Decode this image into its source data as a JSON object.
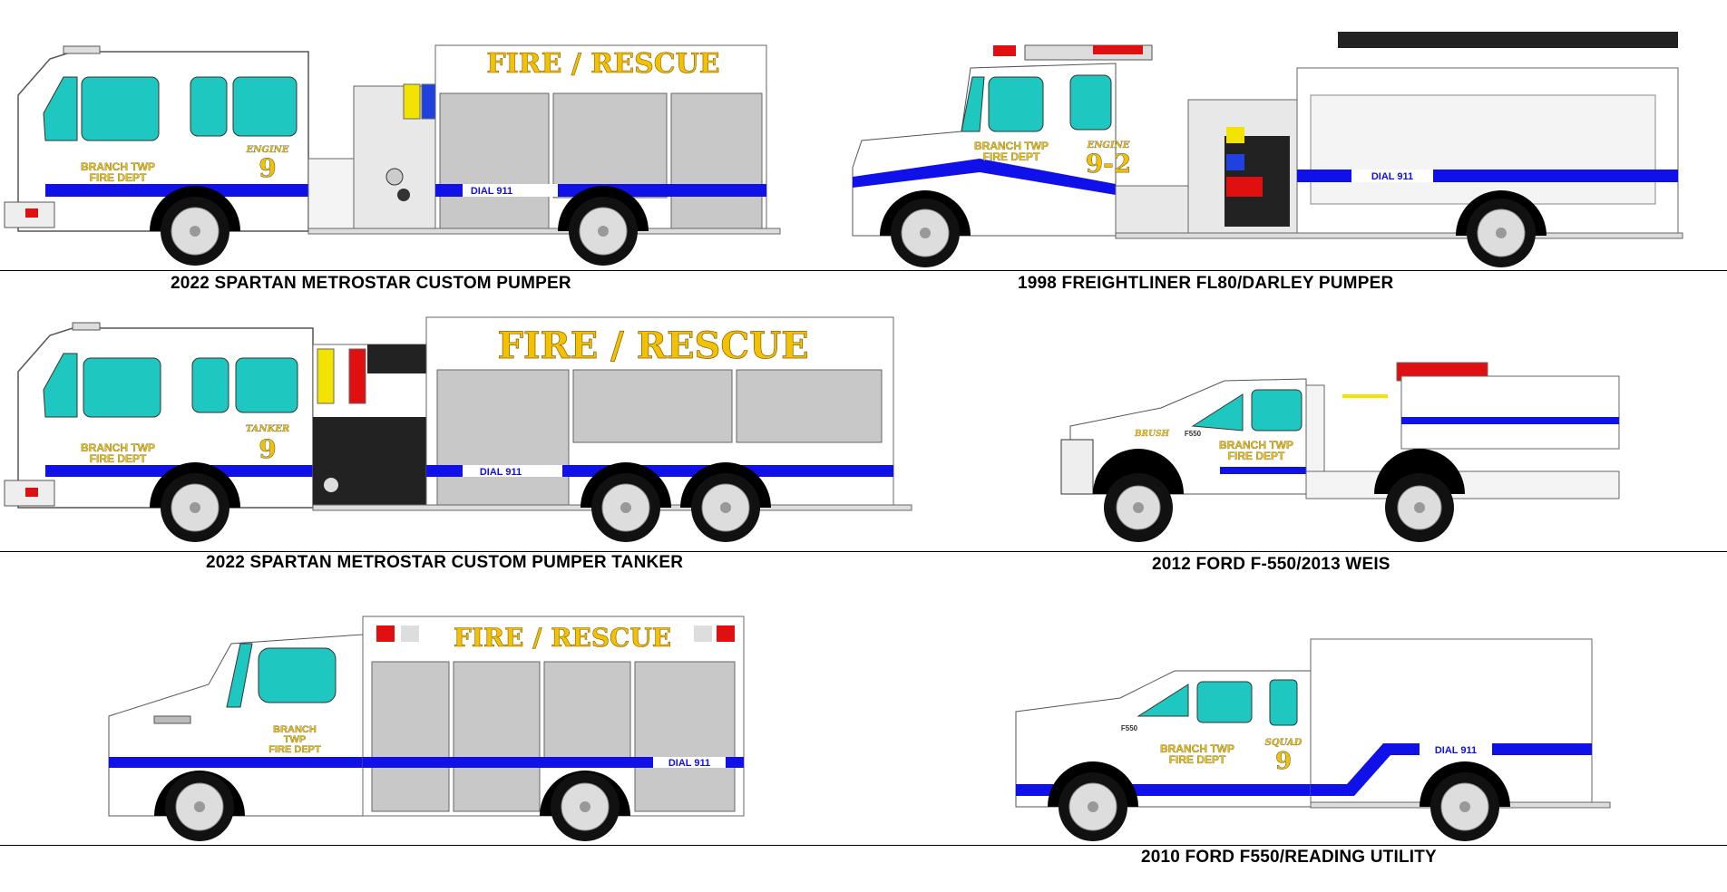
{
  "colors": {
    "stripe": "#1010e8",
    "lettering": "#f2c100",
    "glass": "#1ec8c0",
    "body": "#ffffff",
    "compartment": "#c8c8c8",
    "light_red": "#e01010"
  },
  "vehicles": [
    {
      "caption": "2022 SPARTAN METROSTAR CUSTOM PUMPER",
      "body_banner": "FIRE / RESCUE",
      "dept": [
        "BRANCH TWP",
        "FIRE DEPT"
      ],
      "unit_label": "ENGINE",
      "unit_number": "9",
      "dial": "DIAL 911"
    },
    {
      "caption": "1998 FREIGHTLINER FL80/DARLEY PUMPER",
      "dept": [
        "BRANCH TWP",
        "FIRE DEPT"
      ],
      "unit_label": "ENGINE",
      "unit_number": "9-2",
      "dial": "DIAL 911"
    },
    {
      "caption": "2022 SPARTAN METROSTAR CUSTOM PUMPER TANKER",
      "body_banner": "FIRE / RESCUE",
      "dept": [
        "BRANCH TWP",
        "FIRE DEPT"
      ],
      "unit_label": "TANKER",
      "unit_number": "9",
      "dial": "DIAL 911"
    },
    {
      "caption": "2012 FORD F-550/2013 WEIS",
      "dept": [
        "BRANCH TWP",
        "FIRE DEPT"
      ],
      "unit_label": "BRUSH",
      "model_badge": "F550"
    },
    {
      "caption": "",
      "body_banner": "FIRE / RESCUE",
      "dept": [
        "BRANCH",
        "TWP",
        "FIRE DEPT"
      ],
      "dial": "DIAL 911"
    },
    {
      "caption": "2010 FORD F550/READING UTILITY",
      "dept": [
        "BRANCH TWP",
        "FIRE DEPT"
      ],
      "unit_label": "SQUAD",
      "unit_number": "9",
      "model_badge": "F550",
      "dial": "DIAL 911"
    }
  ]
}
